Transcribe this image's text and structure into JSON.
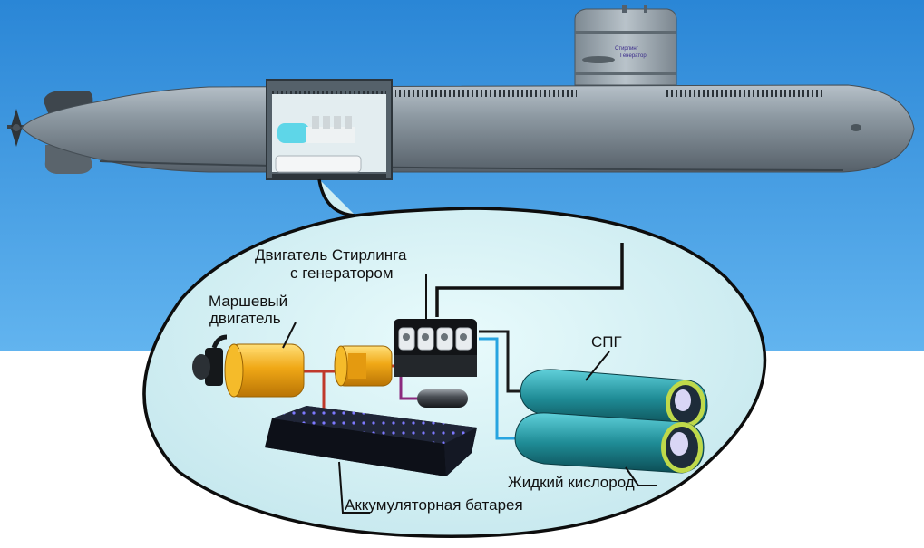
{
  "labels": {
    "stirling_engine": [
      "Двигатель Стирлинга",
      "с генератором"
    ],
    "propulsion_motor": [
      "Маршевый",
      "двигатель"
    ],
    "lng": "СПГ",
    "liquid_oxygen": "Жидкий кислород",
    "battery": "Аккумуляторная батарея",
    "tower_caption": [
      "Стирлинг",
      "Генератор"
    ]
  },
  "colors": {
    "sea_top": "#2a86d6",
    "sea_bottom": "#5fb0ee",
    "hull": "#7a8791",
    "hull_light": "#a9b4bc",
    "bubble": "#d8f1f3",
    "motor": "#f2b01c",
    "tank": "#1f8c96",
    "tank_rim": "#c7d84a",
    "battery": "#141a26",
    "battery_dots": "#6f6cff",
    "pipe_red": "#c0392b",
    "pipe_blue": "#27a4e0",
    "pipe_purple": "#7b2d7a"
  },
  "icons": {
    "propeller": "propeller-icon",
    "conning_tower": "conning-tower-icon"
  }
}
